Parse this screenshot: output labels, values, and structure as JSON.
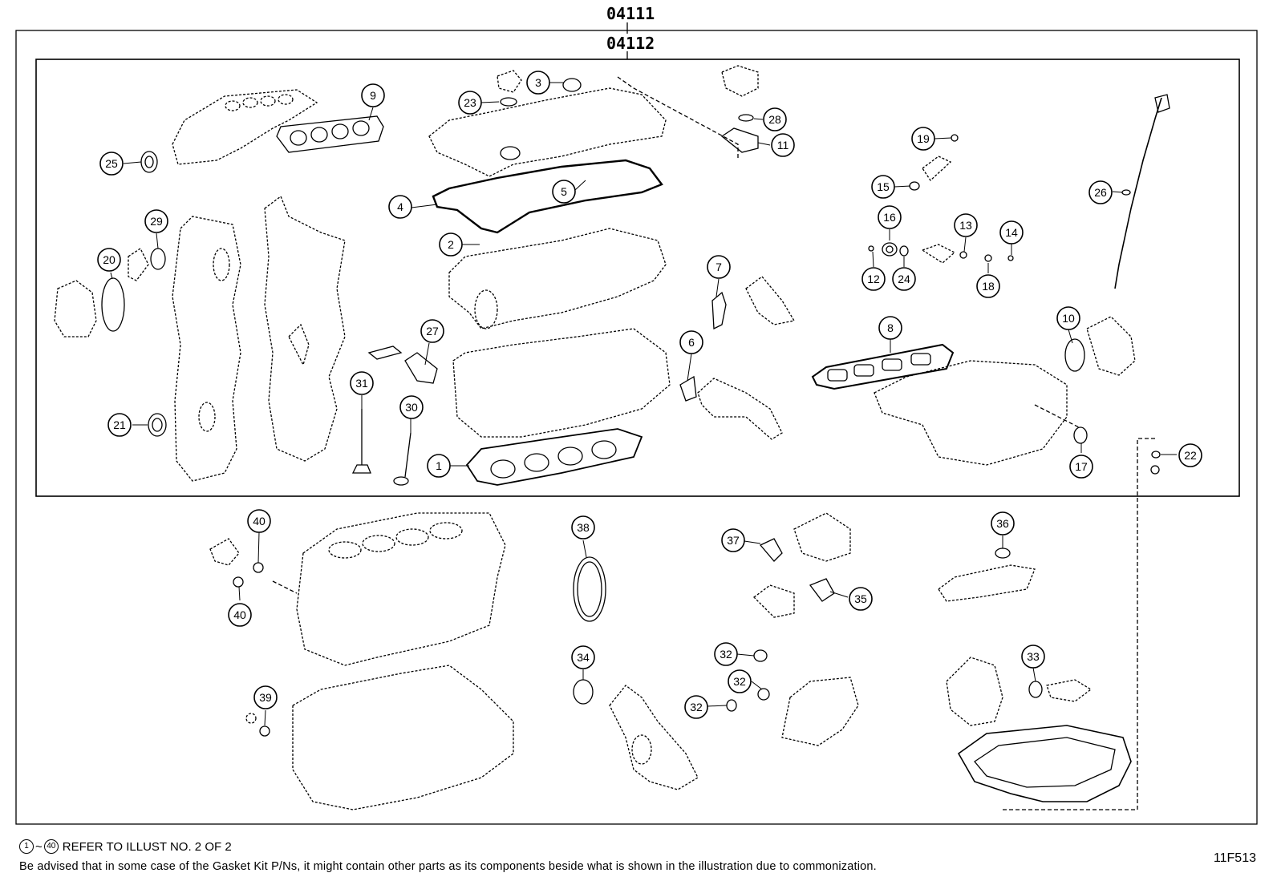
{
  "kit_outer_label": "04111",
  "kit_inner_label": "04112",
  "note": {
    "range_from": "1",
    "range_tilde": "~",
    "range_to": "40",
    "text": "REFER TO ILLUST NO. 2 OF 2",
    "advisory": "Be advised that in some case of the Gasket Kit P/Ns,  it might contain other parts as its components beside what is shown in the illustration due to commonization."
  },
  "illustration_code": "11F513",
  "callouts": [
    "1",
    "2",
    "3",
    "4",
    "5",
    "6",
    "7",
    "8",
    "9",
    "10",
    "11",
    "12",
    "13",
    "14",
    "15",
    "16",
    "17",
    "18",
    "19",
    "20",
    "21",
    "22",
    "23",
    "24",
    "25",
    "26",
    "27",
    "28",
    "29",
    "30",
    "31",
    "32",
    "33",
    "34",
    "35",
    "36",
    "37",
    "38",
    "39",
    "40"
  ],
  "part_numbers_placed": [
    "1",
    "2",
    "3",
    "4",
    "5",
    "6",
    "7",
    "8",
    "9",
    "10",
    "11",
    "12",
    "13",
    "14",
    "15",
    "16",
    "17",
    "18",
    "19",
    "20",
    "21",
    "22",
    "23",
    "24",
    "25",
    "26",
    "27",
    "28",
    "29",
    "30",
    "31",
    "32",
    "32",
    "32",
    "33",
    "34",
    "35",
    "36",
    "37",
    "38",
    "39",
    "40",
    "40"
  ]
}
